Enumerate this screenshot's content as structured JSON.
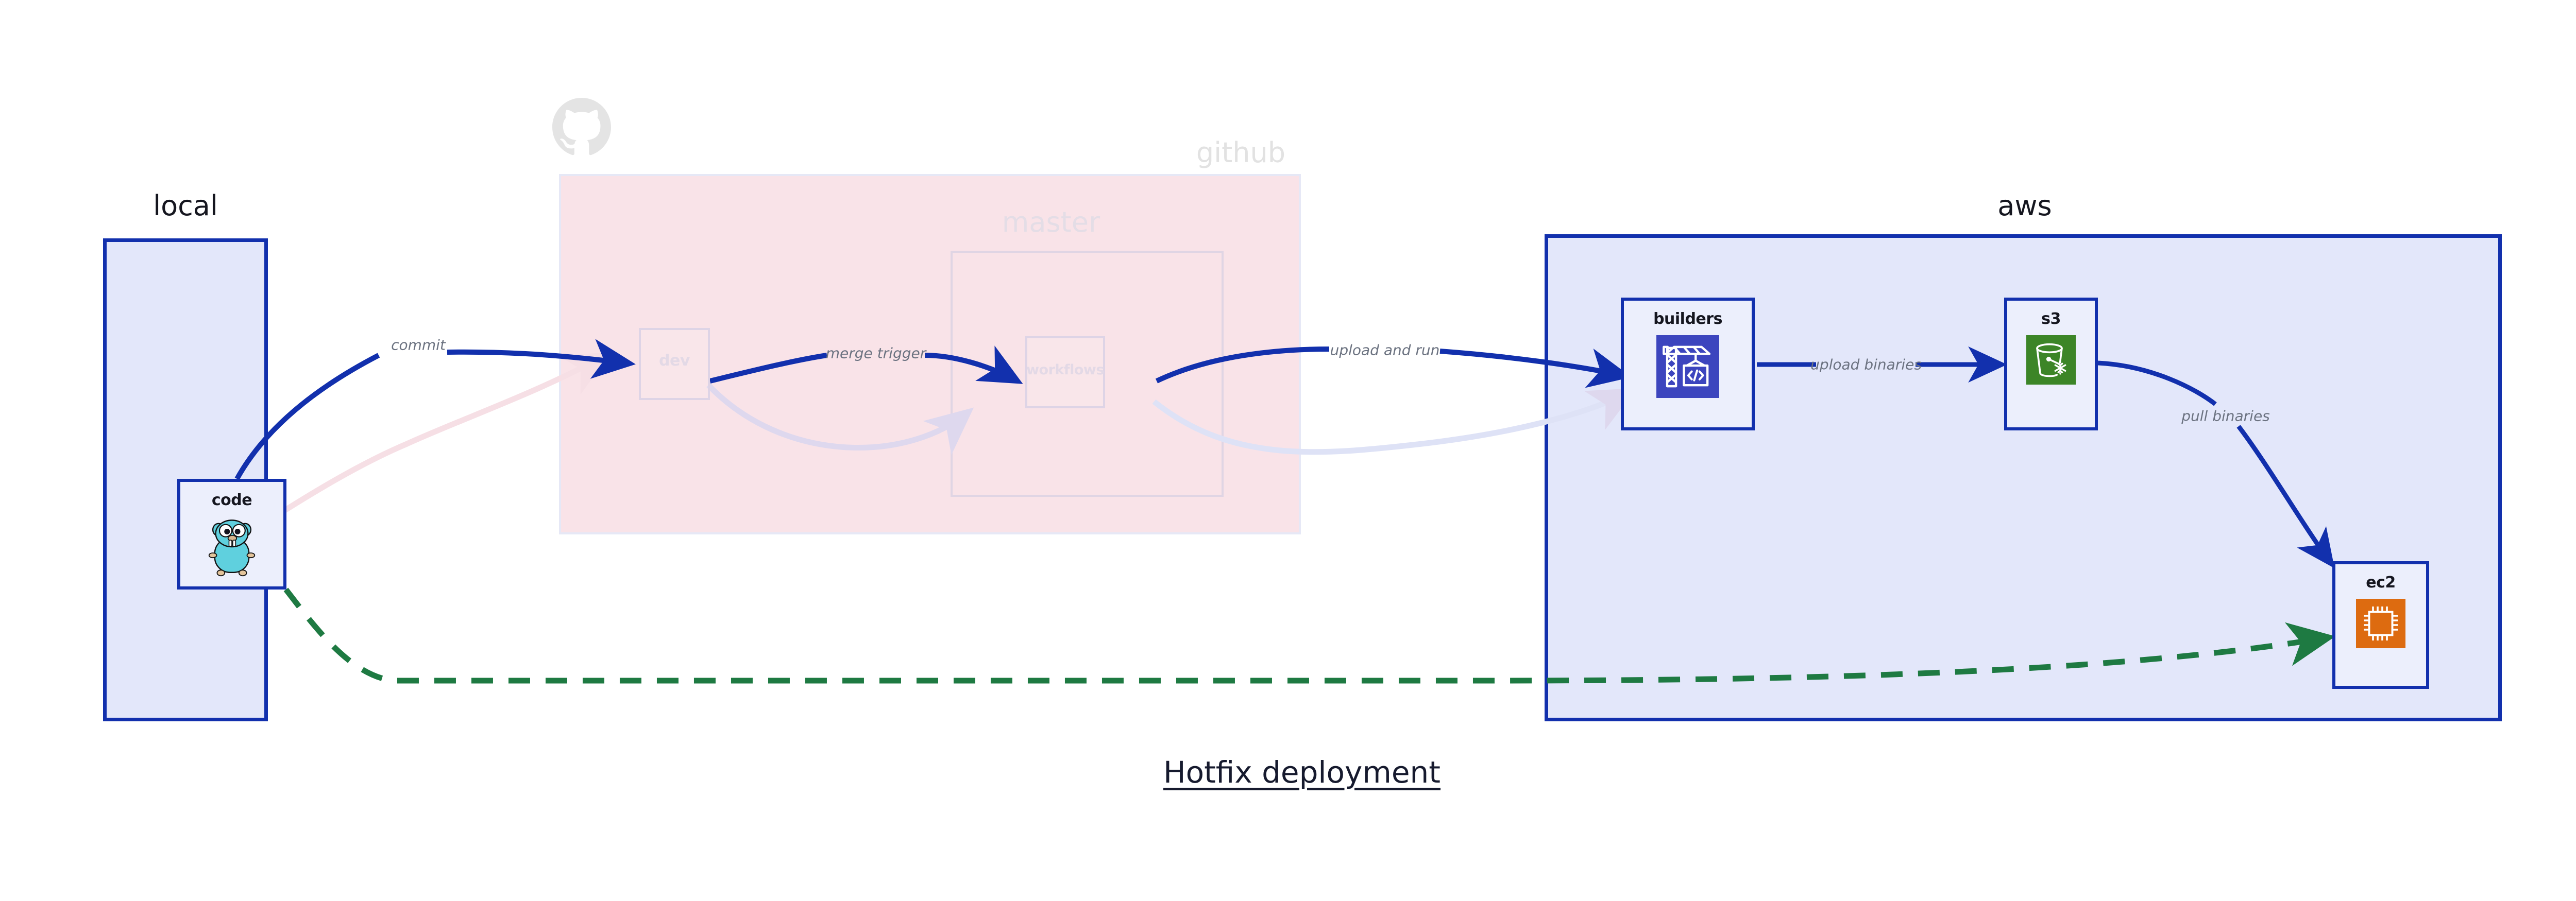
{
  "diagram": {
    "title": "Hotfix deployment",
    "type": "architecture-flow"
  },
  "groups": [
    {
      "id": "local",
      "label": "local",
      "state": "active",
      "fill": "#e3e7fa",
      "stroke": "#1230ad"
    },
    {
      "id": "github",
      "label": "github",
      "state": "faded",
      "fill": "#f9e3e8",
      "stroke": "#e6e8f6",
      "logo": "github-octocat-icon"
    },
    {
      "id": "master",
      "label": "master",
      "state": "faded",
      "fill": "transparent",
      "stroke": "#e0d5e4"
    },
    {
      "id": "aws",
      "label": "aws",
      "state": "active",
      "fill": "#e3e7fa",
      "stroke": "#1230ad"
    }
  ],
  "nodes": [
    {
      "id": "code",
      "label": "code",
      "group": "local",
      "state": "active",
      "icon": "go-gopher-icon",
      "icon_color": "#6ad7e5"
    },
    {
      "id": "dev",
      "label": "dev",
      "group": "github",
      "state": "faded",
      "icon": "none"
    },
    {
      "id": "workflows",
      "label": "workflows",
      "group": "master",
      "state": "faded",
      "icon": "none"
    },
    {
      "id": "builders",
      "label": "builders",
      "group": "aws",
      "state": "active",
      "icon": "crane-code-build-icon",
      "icon_color": "#3c45be"
    },
    {
      "id": "s3",
      "label": "s3",
      "group": "aws",
      "state": "active",
      "icon": "s3-glacier-bucket-icon",
      "icon_color": "#3c8527"
    },
    {
      "id": "ec2",
      "label": "ec2",
      "group": "aws",
      "state": "active",
      "icon": "ec2-cpu-chip-icon",
      "icon_color": "#dd6b10"
    }
  ],
  "edges": [
    {
      "id": "code-to-dev",
      "from": "code",
      "to": "dev",
      "label": "commit",
      "style": "solid",
      "state": "active",
      "color": "#1230ad"
    },
    {
      "id": "dev-to-workflows",
      "from": "dev",
      "to": "workflows",
      "label": "merge trigger",
      "style": "solid",
      "state": "active",
      "color": "#1230ad"
    },
    {
      "id": "workflows-to-builders",
      "from": "workflows",
      "to": "builders",
      "label": "upload and run",
      "style": "solid",
      "state": "active",
      "color": "#1230ad"
    },
    {
      "id": "builders-to-s3",
      "from": "builders",
      "to": "s3",
      "label": "upload binaries",
      "style": "solid",
      "state": "active",
      "color": "#1230ad"
    },
    {
      "id": "s3-to-ec2",
      "from": "s3",
      "to": "ec2",
      "label": "pull binaries",
      "style": "solid",
      "state": "active",
      "color": "#1230ad"
    },
    {
      "id": "code-to-ec2-hotfix",
      "from": "code",
      "to": "ec2",
      "label": "",
      "style": "dashed",
      "state": "active",
      "color": "#1e7a42"
    },
    {
      "id": "code-to-dev-faded",
      "from": "code",
      "to": "dev",
      "label": "",
      "style": "solid",
      "state": "faded",
      "color": "#f6dfe5"
    },
    {
      "id": "dev-to-workflows-faded",
      "from": "dev",
      "to": "workflows",
      "label": "",
      "style": "solid",
      "state": "faded",
      "color": "#ded8ee"
    },
    {
      "id": "workflows-to-builders-faded",
      "from": "workflows",
      "to": "builders",
      "label": "",
      "style": "solid",
      "state": "faded",
      "color": "#dee2f6"
    }
  ],
  "colors": {
    "group_active_fill": "#e3e7fa",
    "group_active_stroke": "#1230ad",
    "group_github_fill": "#f9e3e8",
    "node_active_fill": "#eceffc",
    "edge_active": "#1230ad",
    "edge_hotfix": "#1e7a42",
    "label_text": "#6b7280",
    "title_text": "#161a2e"
  }
}
